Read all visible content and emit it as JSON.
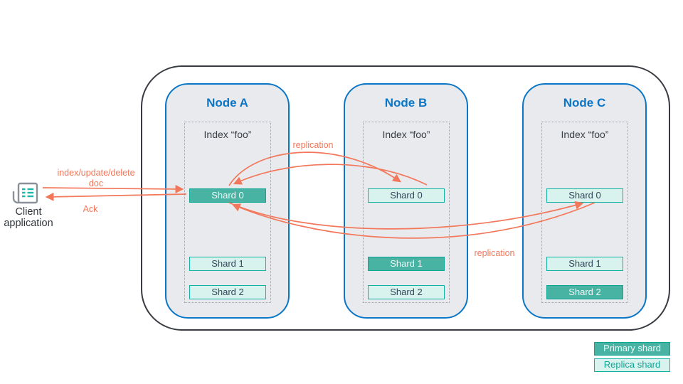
{
  "client": {
    "label_line1": "Client",
    "label_line2": "application",
    "icon": "document-list-icon"
  },
  "flows": {
    "request_label_line1": "index/update/delete",
    "request_label_line2": "doc",
    "ack_label": "Ack",
    "replication_label_top": "replication",
    "replication_label_bottom": "replication"
  },
  "cluster": {
    "nodes": [
      {
        "title": "Node A",
        "index_label": "Index “foo”",
        "shards": [
          {
            "label": "Shard 0",
            "type": "primary"
          },
          {
            "label": "Shard 1",
            "type": "replica"
          },
          {
            "label": "Shard 2",
            "type": "replica"
          }
        ]
      },
      {
        "title": "Node B",
        "index_label": "Index “foo”",
        "shards": [
          {
            "label": "Shard 0",
            "type": "replica"
          },
          {
            "label": "Shard 1",
            "type": "primary"
          },
          {
            "label": "Shard 2",
            "type": "replica"
          }
        ]
      },
      {
        "title": "Node C",
        "index_label": "Index “foo”",
        "shards": [
          {
            "label": "Shard 0",
            "type": "replica"
          },
          {
            "label": "Shard 1",
            "type": "replica"
          },
          {
            "label": "Shard 2",
            "type": "primary"
          }
        ]
      }
    ]
  },
  "legend": {
    "items": [
      {
        "label": "Primary shard",
        "type": "primary"
      },
      {
        "label": "Replica shard",
        "type": "replica"
      }
    ]
  },
  "colors": {
    "accent_orange": "#f3775a",
    "node_blue": "#0b76c6",
    "node_fill": "#e9eaee",
    "outer_border": "#383c42",
    "primary_fill": "#49b3a3",
    "primary_border": "#0da695",
    "replica_fill": "#d8f2ed",
    "replica_border": "#12b2a2",
    "replica_text": "#33475b"
  }
}
